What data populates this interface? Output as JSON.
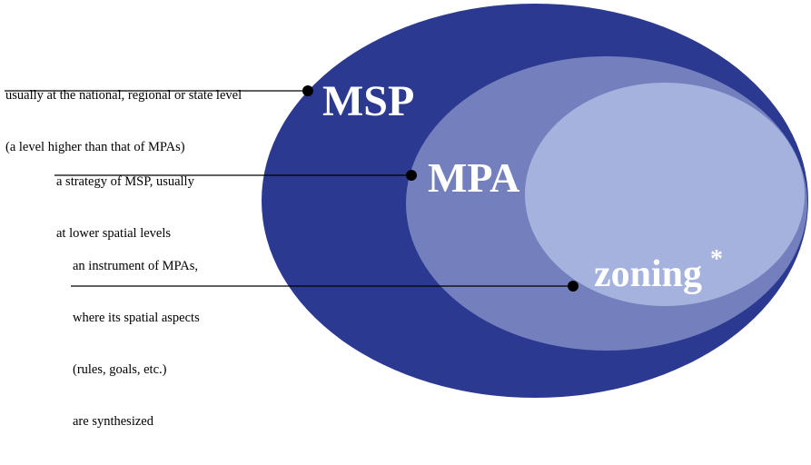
{
  "diagram": {
    "sets": [
      {
        "id": "msp",
        "label": "MSP",
        "annotation": [
          "usually at the national, regional or state level",
          "(a level higher than that of MPAs)"
        ],
        "color": "#2c3990"
      },
      {
        "id": "mpa",
        "label": "MPA",
        "annotation": [
          "a strategy of MSP, usually",
          "at lower spatial levels"
        ],
        "color": "#7480be"
      },
      {
        "id": "zoning",
        "label": "zoning",
        "label_marker": "*",
        "annotation": [
          "an instrument of MPAs,",
          "where its spatial aspects",
          "(rules, goals, etc.)",
          "are synthesized"
        ],
        "color": "#a5b2de"
      }
    ],
    "label_color": "#ffffff",
    "leader_color": "#000000"
  }
}
